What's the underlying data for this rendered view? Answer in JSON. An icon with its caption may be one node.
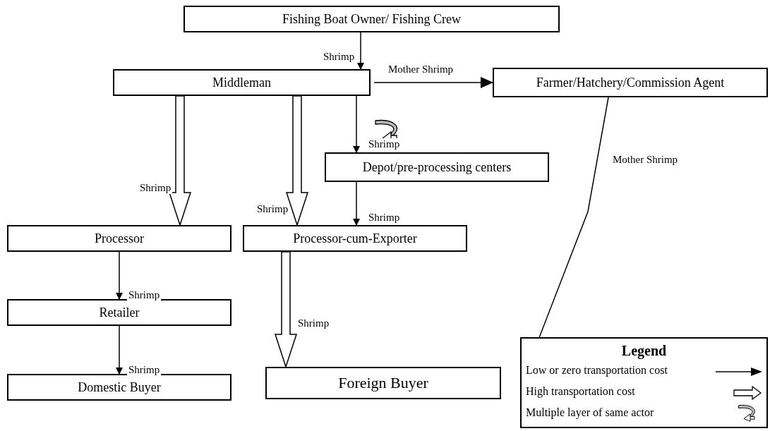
{
  "diagram": {
    "nodes": [
      {
        "text": [
          "Fishing Boat Owner/ Fishing Crew"
        ]
      },
      {
        "text": [
          "Middleman"
        ]
      },
      {
        "text": [
          "Farmer/Hatchery/Commission Agent"
        ]
      },
      {
        "text": [
          "Depot/pre-processing centers"
        ]
      },
      {
        "text": [
          "Processor"
        ]
      },
      {
        "text": [
          "Processor-cum-Exporter"
        ]
      },
      {
        "text": [
          "Retailer"
        ]
      },
      {
        "text": [
          "Domestic Buyer"
        ]
      },
      {
        "text": [
          "Foreign Buyer"
        ]
      }
    ],
    "edges": [
      {
        "from": 0,
        "to": 1,
        "arrow": "to",
        "label": "Shrimp"
      },
      {
        "from": 1,
        "to": 2,
        "arrow": "to",
        "label": "Mother Shrimp"
      },
      {
        "from": 1,
        "to": 3,
        "arrow": "to",
        "label": "Shrimp"
      },
      {
        "from": 1,
        "to": 4,
        "arrow": "to",
        "label": "Shrimp",
        "style": "thick"
      },
      {
        "from": 1,
        "to": 5,
        "arrow": "to",
        "label": "Shrimp",
        "style": "thick"
      },
      {
        "from": 3,
        "to": 5,
        "arrow": "to",
        "label": "Shrimp"
      },
      {
        "from": 2,
        "to": 8,
        "arrow": "to",
        "label": "Mother Shrimp"
      },
      {
        "from": 4,
        "to": 6,
        "arrow": "to",
        "label": "Shrimp"
      },
      {
        "from": 6,
        "to": 7,
        "arrow": "to",
        "label": "Shrimp"
      },
      {
        "from": 5,
        "to": 8,
        "arrow": "to",
        "label": "Shrimp",
        "style": "thick"
      }
    ],
    "labels": [
      "Legend"
    ],
    "legend": [
      {
        "text": "Low or zero transportation cost"
      },
      {
        "text": "High transportation cost"
      },
      {
        "text": "Multiple layer of same actor"
      }
    ]
  }
}
